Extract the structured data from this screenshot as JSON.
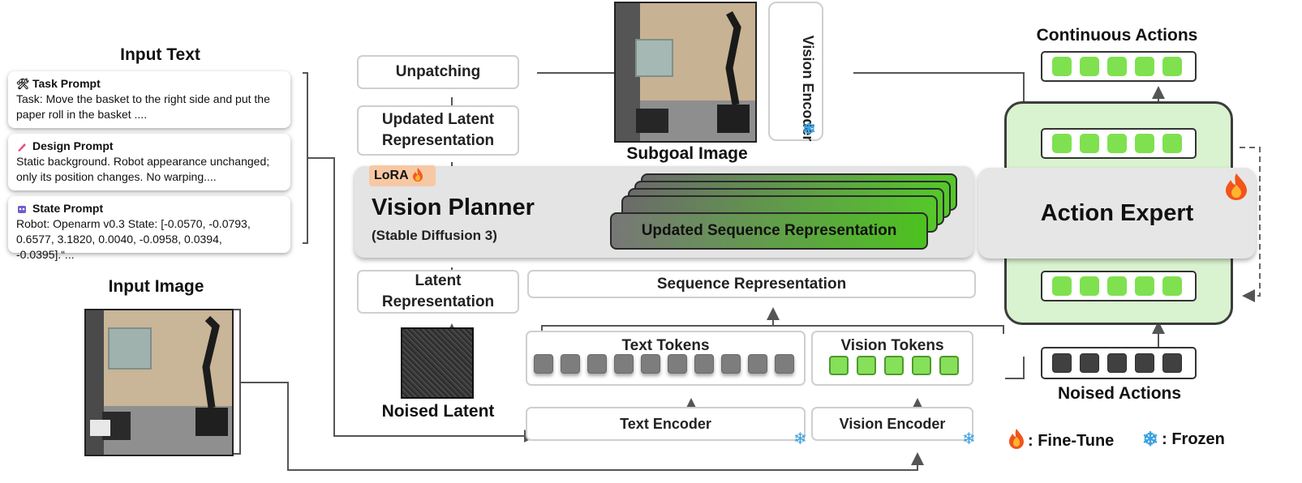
{
  "input_text": {
    "title": "Input Text",
    "task_prompt": {
      "heading": "Task Prompt",
      "body": "Task: Move the basket to the right side and put the paper roll in the basket ...."
    },
    "design_prompt": {
      "heading": "Design Prompt",
      "body": "Static background. Robot appearance unchanged; only its position changes. No warping...."
    },
    "state_prompt": {
      "heading": "State Prompt",
      "body": "Robot: Openarm v0.3 State: [-0.0570, -0.0793, 0.6577, 3.1820, 0.0040, -0.0958, 0.0394, -0.0395].“..."
    }
  },
  "input_image": {
    "title": "Input Image"
  },
  "planner": {
    "unpatching": "Unpatching",
    "updated_latent": "Updated Latent Representation",
    "lora": "LoRA",
    "name": "Vision Planner",
    "subtitle": "(Stable Diffusion 3)",
    "updated_sequence": "Updated Sequence Representation",
    "latent": "Latent Representation",
    "sequence": "Sequence Representation",
    "noised_latent": "Noised Latent",
    "text_tokens": "Text Tokens",
    "vision_tokens": "Vision Tokens",
    "text_encoder": "Text Encoder",
    "vision_encoder": "Vision Encoder"
  },
  "subgoal": {
    "title": "Subgoal Image",
    "vision_encoder": "Vision Encoder"
  },
  "action": {
    "continuous": "Continuous Actions",
    "expert": "Action Expert",
    "noised": "Noised Actions"
  },
  "legend": {
    "fine_tune": ": Fine-Tune",
    "frozen": ": Frozen"
  },
  "colors": {
    "green_token": "#86e05a",
    "expert_bg": "#d9f2cf",
    "planner_bg": "#e6e6e6",
    "lora_bg": "#f6c8a4"
  }
}
